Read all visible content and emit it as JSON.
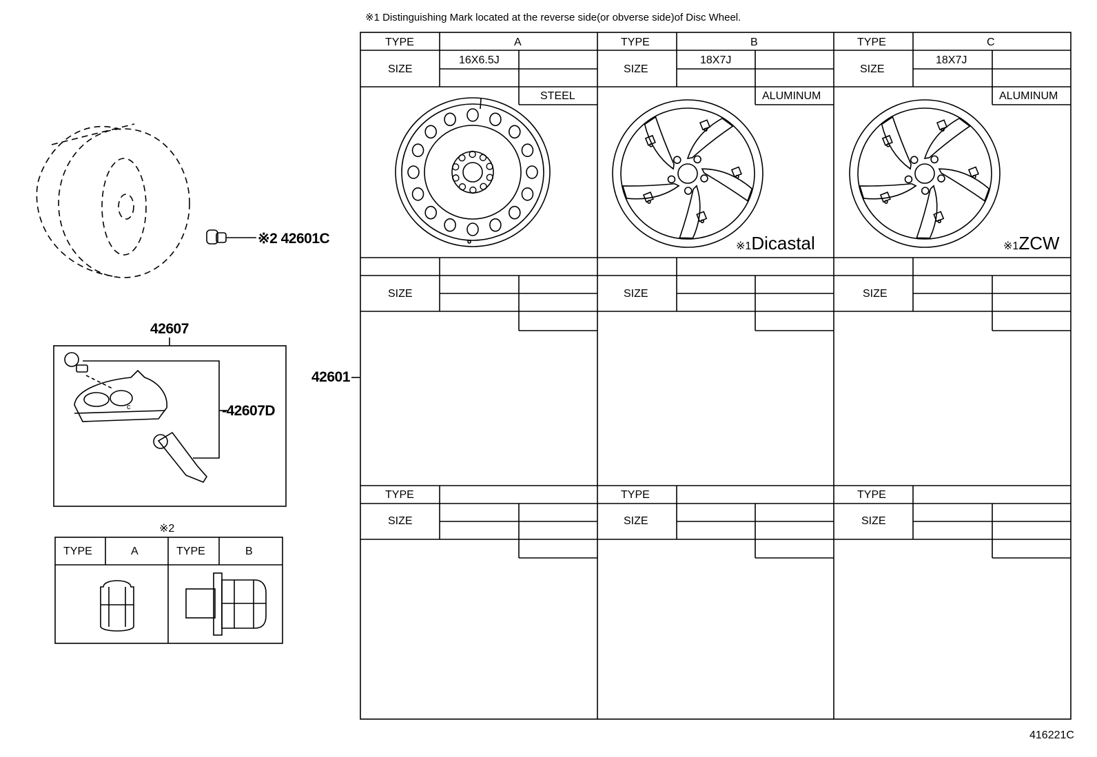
{
  "note": "※1 Distinguishing Mark located at the reverse side(or obverse side)of Disc Wheel.",
  "parts": {
    "tire_valve": "※2 42601C",
    "sensor_kit": "42607",
    "sensor_valve": "42607D",
    "wheel": "42601"
  },
  "nut_table": {
    "title": "※2",
    "type_label": "TYPE",
    "types": [
      "A",
      "B"
    ]
  },
  "wheel_table": {
    "type_label": "TYPE",
    "size_label": "SIZE",
    "columns": [
      {
        "type": "A",
        "size": "16X6.5J",
        "material": "STEEL",
        "mark_prefix": "",
        "mark": ""
      },
      {
        "type": "B",
        "size": "18X7J",
        "material": "ALUMINUM",
        "mark_prefix": "※1",
        "mark": "Dicastal"
      },
      {
        "type": "C",
        "size": "18X7J",
        "material": "ALUMINUM",
        "mark_prefix": "※1",
        "mark": "ZCW"
      }
    ]
  },
  "diagram_id": "416221C"
}
